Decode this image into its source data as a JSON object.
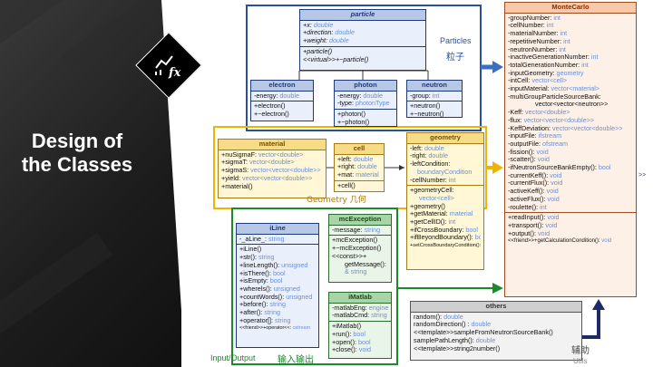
{
  "slide": {
    "title": "Design of the Classes"
  },
  "labels": {
    "particles_en": "Particles",
    "particles_cn": "粒子",
    "geometry_cn": "Geometry 几何",
    "io_en": "Input/Output",
    "io_cn": "输入输出",
    "utils_cn": "辅助",
    "utils_en": "Utils",
    "edge_note": ">>"
  },
  "classes": {
    "particle": {
      "name": "particle",
      "members": [
        "+x: double",
        "+direction: double",
        "+weight: double",
        "+particle()",
        "<<virtual>>+~particle()"
      ]
    },
    "electron": {
      "name": "electron",
      "attrs": [
        "-energy: double"
      ],
      "methods": [
        "+electron()",
        "+~electron()"
      ]
    },
    "photon": {
      "name": "photon",
      "attrs": [
        "-energy: double",
        "-type: photonType"
      ],
      "methods": [
        "+photon()",
        "+~photon()"
      ]
    },
    "neutron": {
      "name": "neutron",
      "attrs": [
        "-group: int"
      ],
      "methods": [
        "+neutron()",
        "+~neutron()"
      ]
    },
    "material": {
      "name": "material",
      "members": [
        "+nuSigmaF: vector<double>",
        "+sigmaT: vector<double>",
        "+sigmaS: vector<vector<double>>",
        "+yield: vector<vector<double>>",
        "+material()"
      ]
    },
    "cell": {
      "name": "cell",
      "attrs": [
        "+left: double",
        "+right: double",
        "+mat: material"
      ],
      "methods": [
        "+cell()"
      ]
    },
    "geometry": {
      "name": "geometry",
      "attrs": [
        "-left: double",
        "-right: double",
        "-leftCondition:",
        "boundaryCondition",
        "-cellNumber: int"
      ],
      "methods": [
        "+geometryCell:",
        "vector<cell>",
        "+geometry()",
        "+getMaterial: material",
        "+getCellID(): int",
        "+ifCrossBoundary: bool",
        "+ifBeyondBoundary(): bool",
        "+setCrossBoundaryCondition(): void"
      ]
    },
    "iLine": {
      "name": "iLine",
      "attrs": [
        "-_aLine_: string"
      ],
      "methods": [
        "+iLine()",
        "+str(): string",
        "+lineLength(): unsigned",
        "+isThere(): bool",
        "+isEmpty: bool",
        "+wherels(): unsigned",
        "+countWords(): unsigned",
        "+before(): string",
        "+after(): string",
        "+operator[]: string",
        "<<friend>>+operator<<: ostream"
      ]
    },
    "mcException": {
      "name": "mcException",
      "attrs": [
        "-message: string"
      ],
      "methods": [
        "+mcException()",
        "+~mcException()",
        "<<const>>+",
        "getMessage():",
        "& string"
      ]
    },
    "iMatlab": {
      "name": "iMatlab",
      "attrs": [
        "-matlabEng: engine",
        "-matlabCmd: string"
      ],
      "methods": [
        "+iMatlab()",
        "+run(): bool",
        "+open(): bool",
        "+close(): void"
      ]
    },
    "others": {
      "name": "others",
      "members": [
        "random(): double",
        "randomDirection() : double",
        "<<template>>sampleFromNeutronSourceBank()",
        "samplePathLength(): double",
        "<<template>>string2number()"
      ]
    },
    "MonteCarlo": {
      "name": "MonteCarlo",
      "attrs": [
        "-groupNumber: int",
        "-cellNumber: int",
        "-materialNumber: int",
        "-repetitiveNumber: int",
        "-neutronNumber: int",
        "-inactiveGenerationNumber: int",
        "-totalGenerationNumber: int",
        "-inputGeometry: geometry",
        "-intCell: vector<cell>",
        "-inputMaterial: vector<material>",
        "-multiGroupParticleSourceBank:",
        "vector<vector<neutron>>",
        "-Keff: vector<double>",
        "-flux: vector<vector<double>>",
        "-KeffDeviation: vector<vector<double>>",
        "-inputFile: ifstream",
        "-outputFile: ofstream",
        "-fission(): void",
        "-scatter(): void",
        "-ifNeutronSourceBankEmpty(): bool",
        "-currentKeff(): void",
        "-currentFlux(): void",
        "-activeKeff(): void",
        "-activeFlux(): void",
        "-roulette(): int"
      ],
      "methods": [
        "+readInput(): void",
        "+transport(): void",
        "+output(): void",
        "<<friend>>+getCalculationCondition(): void"
      ]
    }
  },
  "colors": {
    "blue": "#2a4fa0",
    "yellow": "#f0b400",
    "green": "#1a8a2a",
    "arrow": "#3b6fc4",
    "dark": "#1a2a6a"
  }
}
